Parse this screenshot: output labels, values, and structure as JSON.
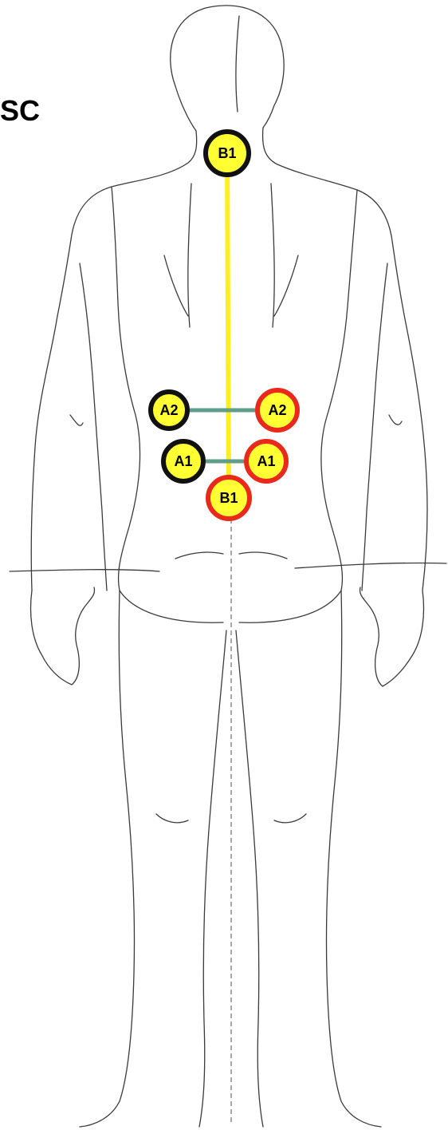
{
  "corner_label": "SC",
  "colors": {
    "node_fill": "#ffff33",
    "border_dark": "#111111",
    "border_red": "#e8291c",
    "yellow_line": "#ffee22",
    "teal_line": "#5f9e8a"
  },
  "nodes": [
    {
      "id": "b1-top",
      "label": "B1",
      "border": "dark"
    },
    {
      "id": "a2-left",
      "label": "A2",
      "border": "dark"
    },
    {
      "id": "a2-right",
      "label": "A2",
      "border": "red"
    },
    {
      "id": "a1-left",
      "label": "A1",
      "border": "dark"
    },
    {
      "id": "a1-right",
      "label": "A1",
      "border": "red"
    },
    {
      "id": "b1-bottom",
      "label": "B1",
      "border": "red"
    }
  ],
  "connections": [
    {
      "from": "b1-top",
      "to": "b1-bottom",
      "color": "yellow"
    },
    {
      "from": "a2-left",
      "to": "a2-right",
      "color": "teal"
    },
    {
      "from": "a1-left",
      "to": "a1-right",
      "color": "teal"
    }
  ]
}
